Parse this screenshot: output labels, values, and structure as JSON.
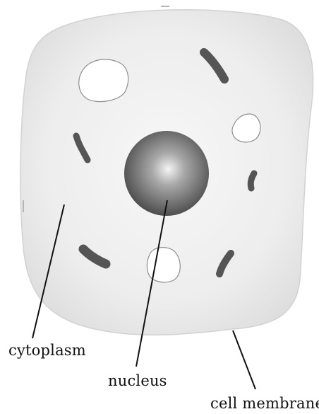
{
  "labels": {
    "cytoplasm": "cytoplasm",
    "nucleus": "nucleus",
    "cell_membrane": "cell membrane"
  },
  "colors": {
    "cytoplasm_fill": "#ededed",
    "membrane_edge": "#cfcfcf",
    "organelle_dark": "#555555",
    "vacuole_fill": "#ffffff",
    "nucleus_dark": "#4a4a4a",
    "nucleus_light": "#f2f2f2",
    "leader_line": "#111111"
  }
}
